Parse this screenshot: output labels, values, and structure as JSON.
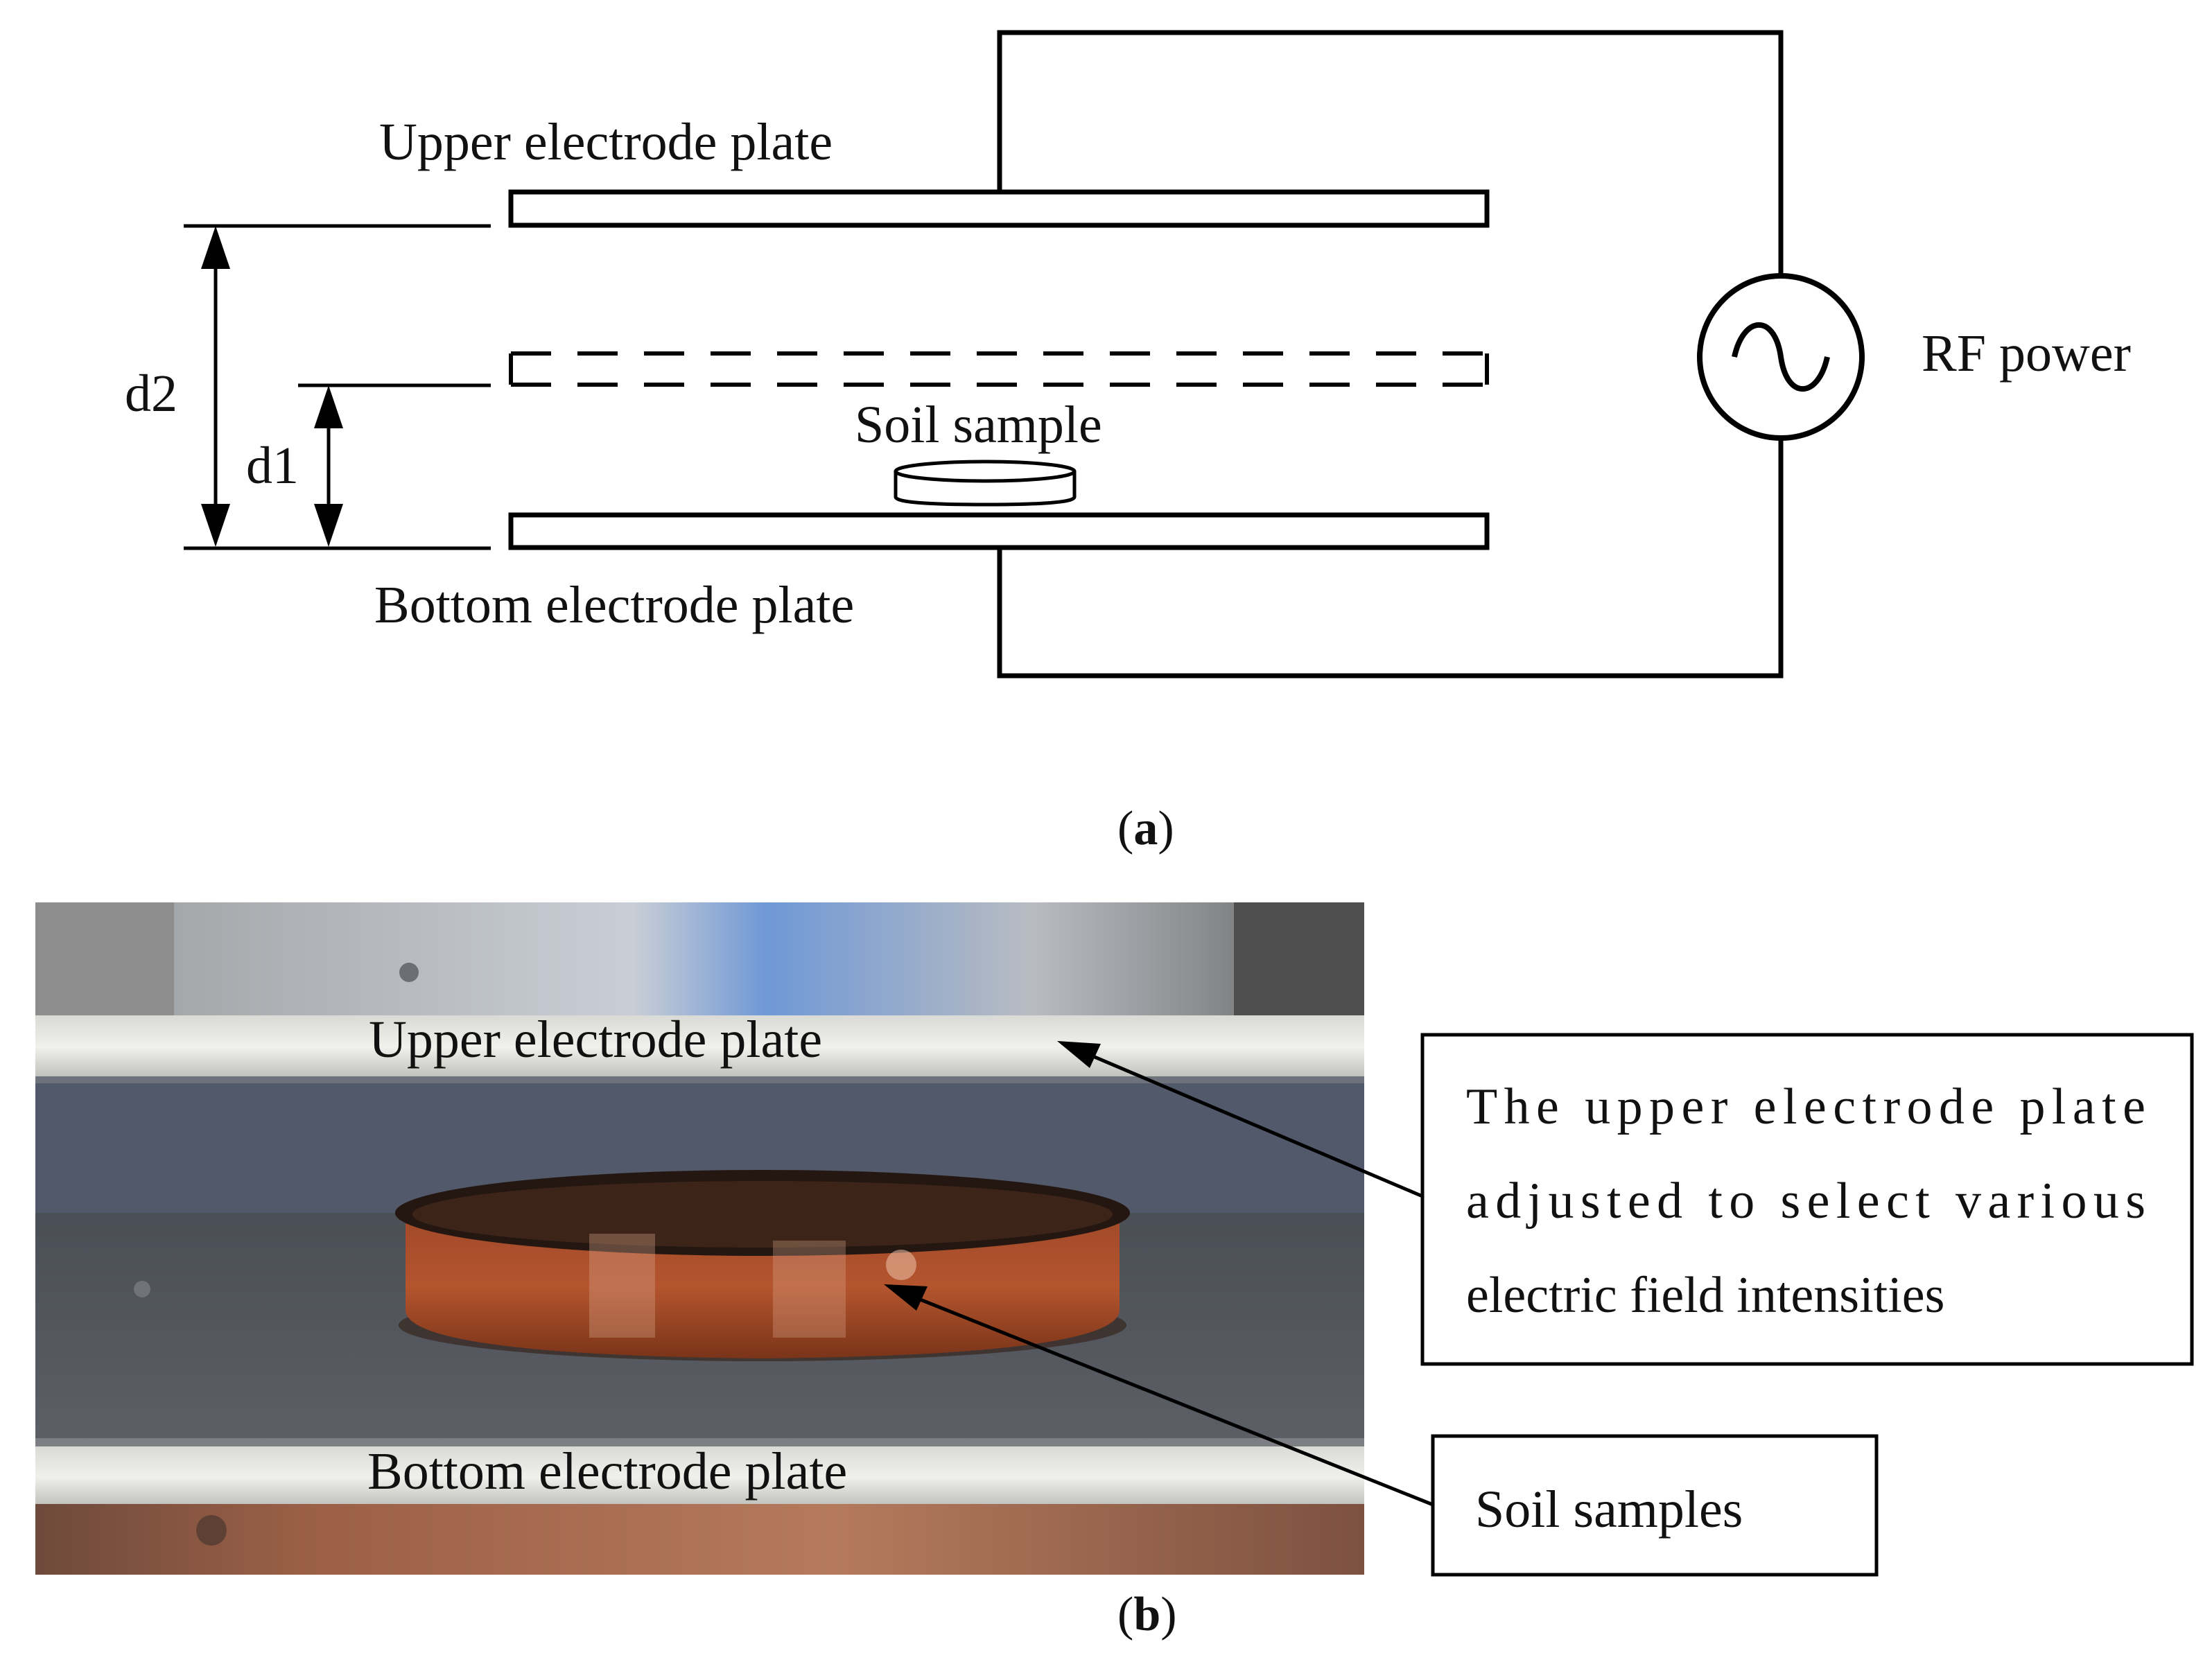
{
  "panel_a": {
    "label_upper": "Upper electrode plate",
    "label_bottom": "Bottom electrode plate",
    "label_sample": "Soil sample",
    "label_power": "RF power",
    "label_d1": "d1",
    "label_d2": "d2",
    "caption_open": "(",
    "caption_letter": "a",
    "caption_close": ")"
  },
  "panel_b": {
    "label_upper": "Upper electrode plate",
    "label_bottom": "Bottom electrode plate",
    "callout_upper_line1": "The upper electrode plate",
    "callout_upper_line2": "adjusted to select various",
    "callout_upper_line3": "electric field intensities",
    "callout_sample": "Soil samples",
    "caption_open": "(",
    "caption_letter": "b",
    "caption_close": ")"
  }
}
